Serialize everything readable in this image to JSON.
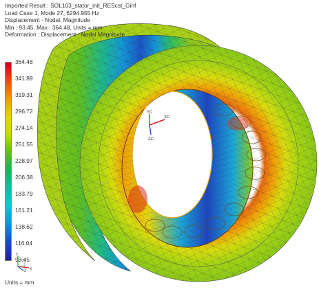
{
  "header": {
    "line1": "Imported Result : SOL103_stator_init_REScst_Ginf",
    "line2": "Load Case 1, Mode 27, 6294.955 Hz",
    "line3": "Displacement - Nodal, Magnitude",
    "line4": "Min : 93.45, Max : 364.48, Units = mm",
    "line5": "Deformation : Displacement - Nodal Magnitude"
  },
  "legend": {
    "ticks": [
      "364.48",
      "341.89",
      "319.31",
      "296.72",
      "274.14",
      "251.55",
      "228.97",
      "206.38",
      "183.79",
      "161.21",
      "138.62",
      "116.04",
      "93.45"
    ]
  },
  "units": "Units = mm",
  "triad": {
    "y": "YC",
    "x": "XC",
    "z": "ZC"
  },
  "mini_triad": {
    "y": "Y",
    "x": "X",
    "z": "Z"
  }
}
